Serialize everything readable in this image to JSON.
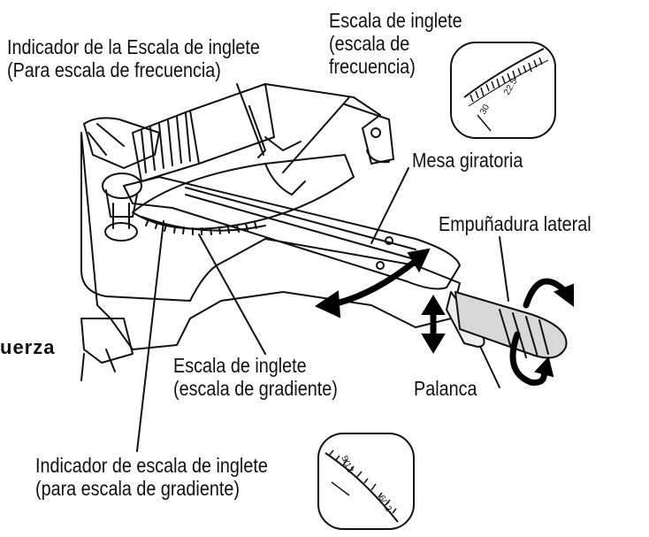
{
  "labels": {
    "indicador_frecuencia": [
      "Indicador de la Escala de inglete",
      "(Para escala de frecuencia)"
    ],
    "escala_frecuencia": [
      "Escala de inglete",
      "(escala de",
      "frecuencia)"
    ],
    "mesa_giratoria": "Mesa giratoria",
    "empunadura_lateral": "Empuñadura lateral",
    "escala_gradiente": [
      "Escala de inglete",
      "(escala de gradiente)"
    ],
    "palanca": "Palanca",
    "indicador_gradiente": [
      "Indicador de escala de inglete",
      "(para escala de gradiente)"
    ],
    "fuerza_fragment": "uerza"
  },
  "inset_scales": {
    "frequency": {
      "tick_labels": [
        "30",
        "22.5"
      ]
    },
    "gradient": {
      "tick_labels": [
        "5/12",
        "6/12"
      ]
    }
  },
  "colors": {
    "ink": "#111111",
    "background": "#ffffff",
    "arrow": "#000000"
  }
}
